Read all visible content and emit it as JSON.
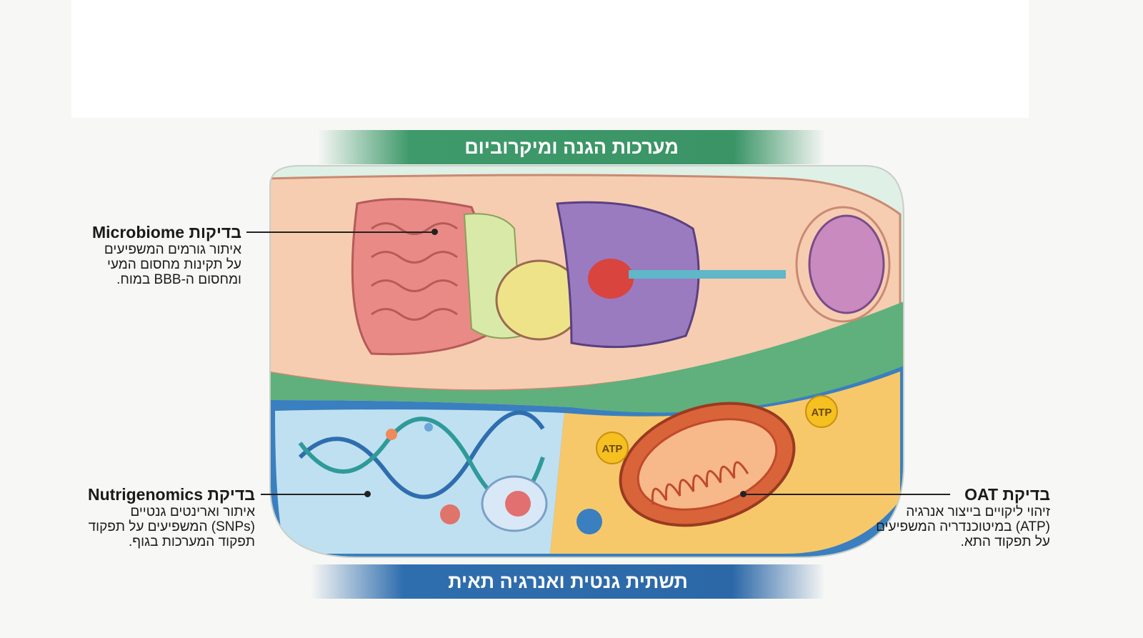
{
  "banners": {
    "top": "מערכות הגנה ומיקרוביום",
    "bottom": "תשתית גנטית ואנרגיה תאית"
  },
  "callouts": {
    "microbiome": {
      "title": "בדיקות Microbiome",
      "lines": [
        "איתור גורמים המשפיעים",
        "על תקינות מחסום המעי",
        "ומחסום ה-BBB במוח."
      ]
    },
    "nutrigenomics": {
      "title": "בדיקת Nutrigenomics",
      "lines": [
        "איתור וארינטים גנטיים",
        "(SNPs) המשפיעים על תפקוד",
        "תפקוד המערכות בגוף."
      ]
    },
    "oat": {
      "title": "בדיקת OAT",
      "lines": [
        "זיהוי ליקויים בייצור אנרגיה",
        "(ATP) במיטוכנדריה המשפיעים",
        "על תפקוד התא."
      ]
    }
  },
  "illustration": {
    "atp_labels": [
      "ATP",
      "ATP"
    ]
  },
  "colors": {
    "green_banner": "#3f9a6b",
    "blue_banner": "#2f6eae",
    "skin": "#f6cdb0",
    "intestine": "#e98a86",
    "mitochondria": "#d9643a"
  }
}
